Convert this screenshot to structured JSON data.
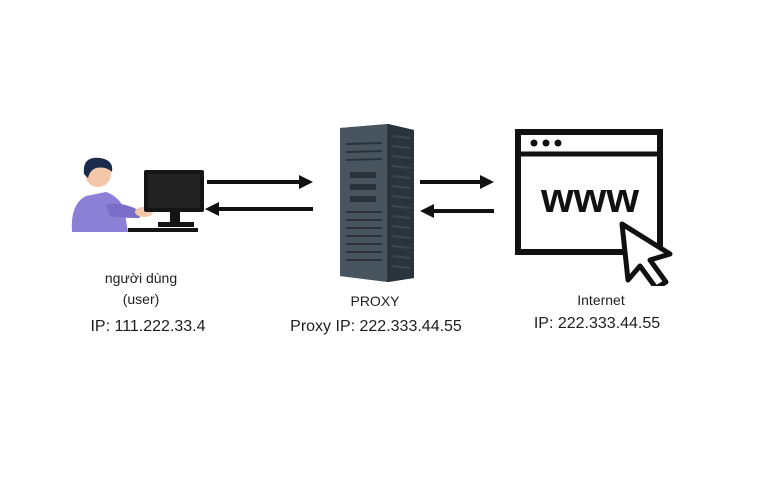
{
  "user": {
    "name": "người dùng",
    "name_en": "(user)",
    "ip": "IP: 111.222.33.4",
    "icon": "user-at-computer-icon"
  },
  "proxy": {
    "name": "PROXY",
    "ip": "Proxy IP: 222.333.44.55",
    "icon": "server-tower-icon"
  },
  "internet": {
    "name": "Internet",
    "ip": "IP: 222.333.44.55",
    "icon": "www-browser-icon",
    "www_text": "www"
  },
  "colors": {
    "arrow": "#111111",
    "server": "#3a4650",
    "shirt": "#8b7fd6",
    "skin": "#f4c7a8"
  }
}
